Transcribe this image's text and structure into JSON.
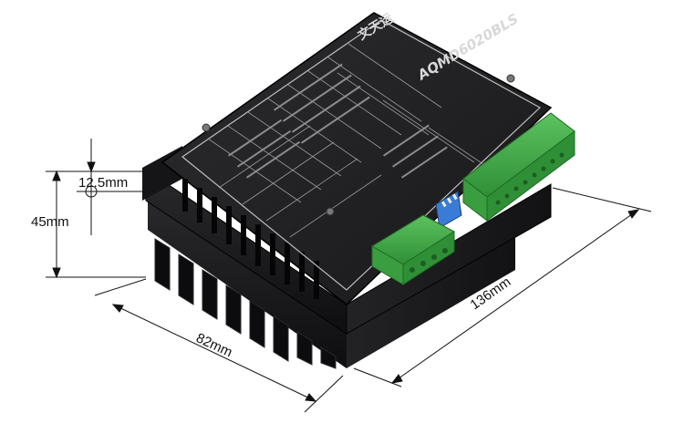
{
  "product": {
    "brand_logo": "文天运",
    "model": "AQMD6020BLS"
  },
  "dimensions": {
    "length": "136mm",
    "width": "82mm",
    "height": "45mm",
    "mount_offset": "12.5mm"
  },
  "colors": {
    "body": "#1e1e20",
    "fin": "#141416",
    "terminal": "#3fae45",
    "dip_switch": "#3a7bd5",
    "dimension_line": "#111111"
  }
}
